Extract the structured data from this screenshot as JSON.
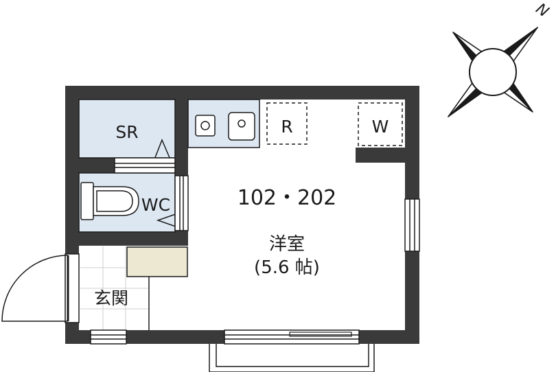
{
  "compass": {
    "label": "N"
  },
  "rooms": {
    "storage": "SR",
    "toilet": "WC",
    "unit_number": "102・202",
    "western_room": "洋室",
    "western_room_size": "(5.6 帖)",
    "entrance": "玄関",
    "refrigerator": "R",
    "washer": "W"
  },
  "colors": {
    "wall": "#3a3a3a",
    "wet_area": "#dde7f2",
    "closet_shelf": "#ece8d2",
    "tile_grid": "#cfcfcf",
    "line": "#1a1a1a"
  }
}
